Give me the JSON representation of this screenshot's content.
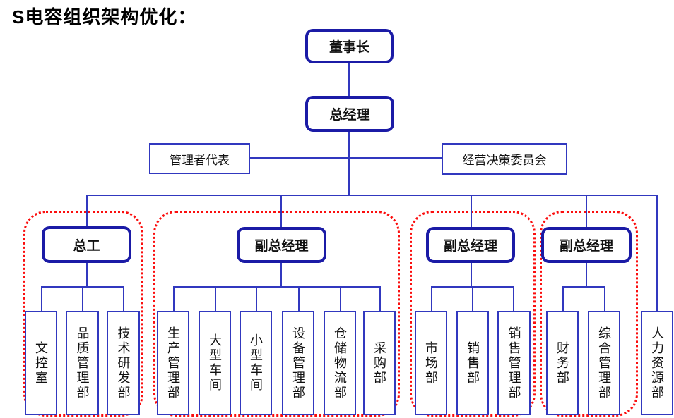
{
  "title": "S电容组织架构优化：",
  "colors": {
    "thick_box_border": "#1b1ba6",
    "thin_box_border": "#3138bf",
    "connector_line": "#3138bf",
    "group_outline": "#fb0e0e",
    "text": "#000000",
    "background": "#ffffff"
  },
  "org": {
    "chairman": "董事长",
    "general_manager": "总经理",
    "management_rep": "管理者代表",
    "decision_committee": "经营决策委员会",
    "groups": [
      {
        "head": "总工",
        "children": [
          "文控室",
          "品质管理部",
          "技术研发部"
        ]
      },
      {
        "head": "副总经理",
        "children": [
          "生产管理部",
          "大型车间",
          "小型车间",
          "设备管理部",
          "仓储物流部",
          "采购部"
        ]
      },
      {
        "head": "副总经理",
        "children": [
          "市场部",
          "销售部",
          "销售管理部"
        ]
      },
      {
        "head": "副总经理",
        "children": [
          "财务部",
          "综合管理部"
        ]
      }
    ],
    "hr_department": "人力资源部"
  }
}
